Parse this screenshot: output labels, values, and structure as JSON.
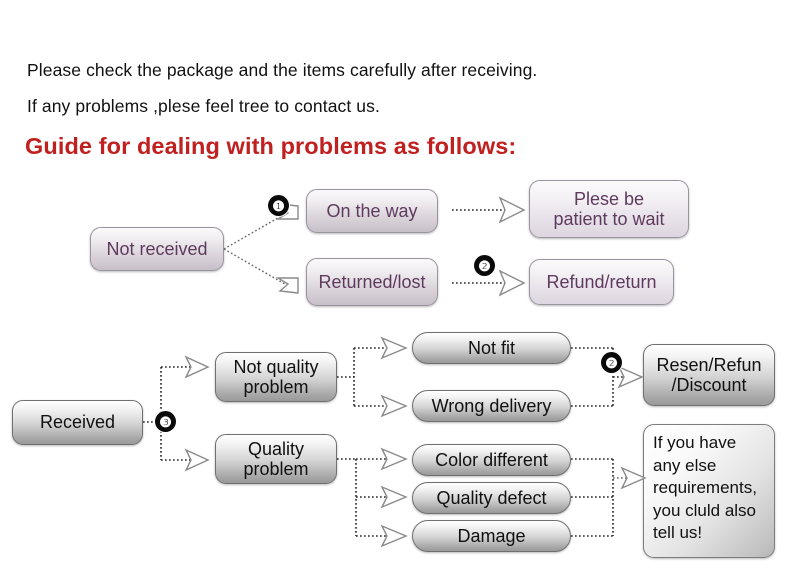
{
  "intro": {
    "line1": "Please check the package and the items carefully after receiving.",
    "line2": "If any problems ,plese feel tree to contact us.",
    "heading": "Guide for dealing with problems as follows:",
    "heading_color": "#c0201f"
  },
  "badges": {
    "one": "❶",
    "two": "❷",
    "three": "❸",
    "two_lower": "❷"
  },
  "flow_not_received": {
    "root": "Not received",
    "branch_a": "On the way",
    "branch_a_result": "Plese be\npatient to wait",
    "branch_a_result_l1": "Plese be",
    "branch_a_result_l2": "patient to wait",
    "branch_b": "Returned/lost",
    "branch_b_result": "Refund/return"
  },
  "flow_received": {
    "root": "Received",
    "category_1_l1": "Not quality",
    "category_1_l2": "problem",
    "category_2_l1": "Quality",
    "category_2_l2": "problem",
    "issues_not_quality": [
      "Not fit",
      "Wrong delivery"
    ],
    "issues_quality": [
      "Color different",
      "Quality defect",
      "Damage"
    ],
    "outcome_l1": "Resen/Refun",
    "outcome_l2": "/Discount",
    "note": "If you have any else requirements, you cluld also tell us!",
    "note_l1": "If you have",
    "note_l2": "any else",
    "note_l3": "requirements,",
    "note_l4": "you cluld also",
    "note_l5": "tell us!"
  }
}
